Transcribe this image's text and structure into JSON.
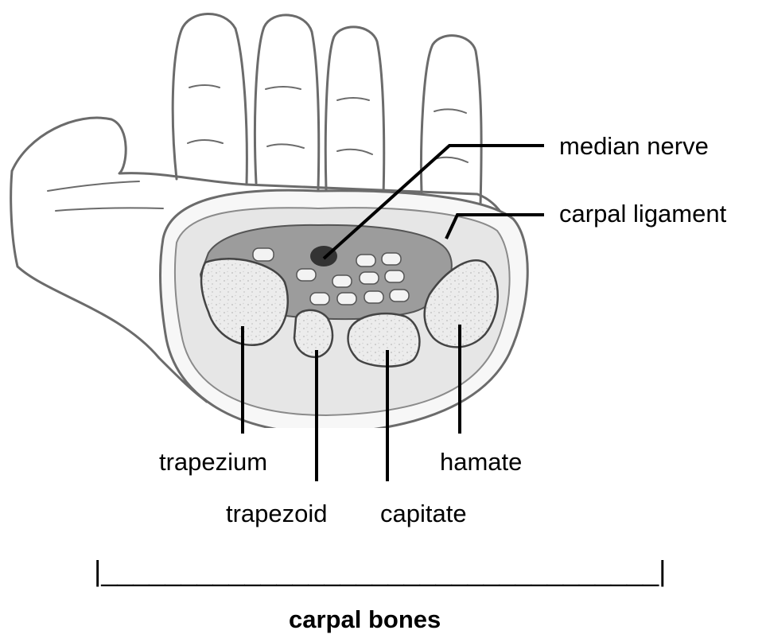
{
  "labels": {
    "median_nerve": "median nerve",
    "carpal_ligament": "carpal ligament",
    "trapezium": "trapezium",
    "trapezoid": "trapezoid",
    "capitate": "capitate",
    "hamate": "hamate"
  },
  "group_label": "carpal bones",
  "bracket_text": "|___________________________________|",
  "colors": {
    "line": "#000000",
    "outline": "#6b6b6b",
    "tissue": "#dcdcdc",
    "tunnel": "#8e8e8e",
    "bone": "#e9e9e9",
    "nerve": "#333333"
  }
}
